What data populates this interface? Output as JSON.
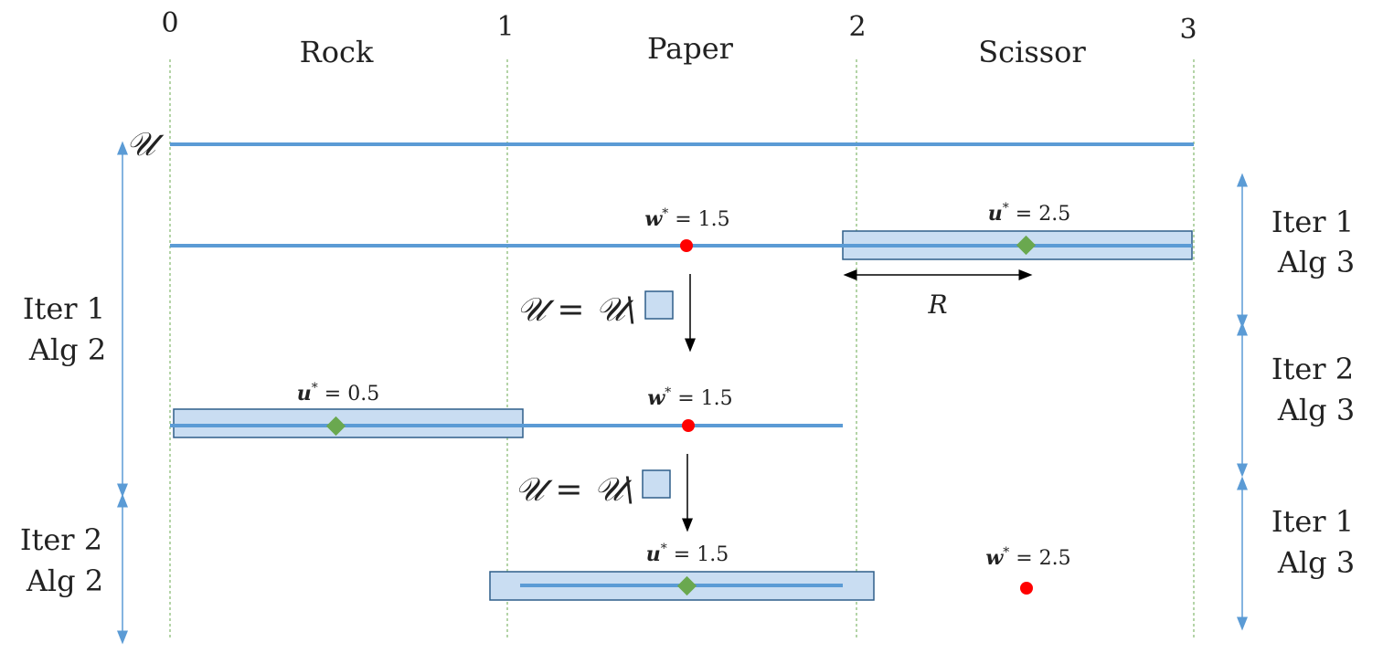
{
  "ticks": [
    "0",
    "1",
    "2",
    "3"
  ],
  "categories": [
    "Rock",
    "Paper",
    "Scissor"
  ],
  "universe_symbol": "𝒰",
  "update_rule": {
    "lhs": "𝒰",
    "eq": "=",
    "rhs": "𝒰\\"
  },
  "rows": {
    "row1": {
      "w_label": "w",
      "w_value": " = 1.5",
      "u_label": "u",
      "u_value": " = 2.5",
      "radius_label": "R"
    },
    "row2": {
      "u_label": "u",
      "u_value": " = 0.5",
      "w_label": "w",
      "w_value": " = 1.5"
    },
    "row3": {
      "u_label": "u",
      "u_value": " = 1.5",
      "w_label": "w",
      "w_value": " = 2.5"
    }
  },
  "star": "*",
  "left_labels": [
    {
      "line1": "Iter 1",
      "line2": "Alg 2"
    },
    {
      "line1": "Iter 2",
      "line2": "Alg 2"
    }
  ],
  "right_labels": [
    {
      "line1": "Iter 1",
      "line2": "Alg 3"
    },
    {
      "line1": "Iter 2",
      "line2": "Alg 3"
    },
    {
      "line1": "Iter 1",
      "line2": "Alg 3"
    }
  ],
  "colors": {
    "line": "#5b9bd5",
    "box_fill": "#c9ddf2",
    "box_stroke": "#2f5f8a",
    "w_point": "#ff0000",
    "u_point": "#6aa84f",
    "guide": "#6aa84f",
    "arrow": "#000000"
  },
  "icons": {
    "w_point": "red-dot",
    "u_point": "green-diamond"
  }
}
